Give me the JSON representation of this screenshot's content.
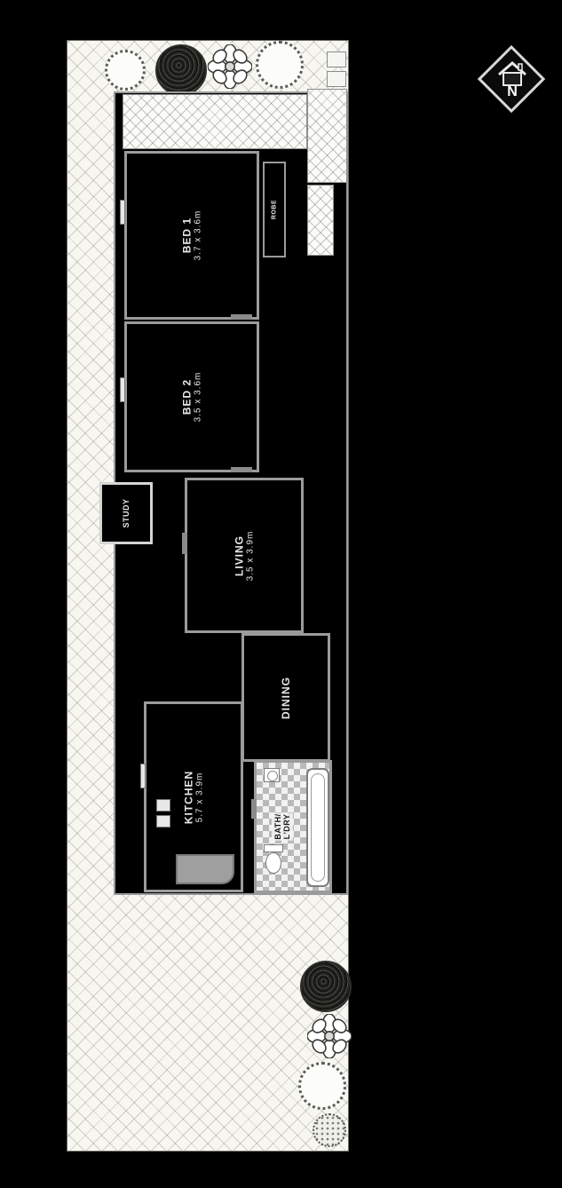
{
  "compass": {
    "label": "N"
  },
  "rooms": {
    "bed1": {
      "label": "BED 1",
      "dims": "3.7 x 3.6m"
    },
    "bed2": {
      "label": "BED 2",
      "dims": "3.5 x 3.6m"
    },
    "study": {
      "label": "STUDY"
    },
    "living": {
      "label": "LIVING",
      "dims": "3.5 x 3.9m"
    },
    "dining": {
      "label": "DINING"
    },
    "kitchen": {
      "label": "KITCHEN",
      "dims": "5.7 x 3.9m"
    },
    "bath": {
      "line1": "BATH/",
      "line2": "L'DRY"
    },
    "robe": {
      "label": "ROBE"
    }
  },
  "colors": {
    "background": "#000000",
    "yard_hatch": "#f7f6f1",
    "wall": "#9b9b9b",
    "label_text": "#e8e8e8"
  }
}
